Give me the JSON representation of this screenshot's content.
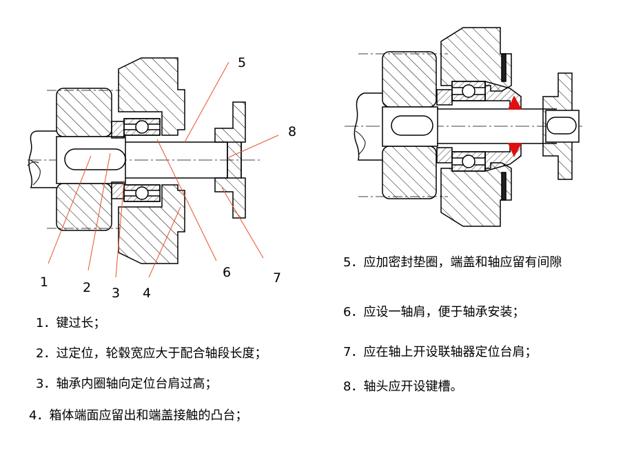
{
  "callouts": [
    "1",
    "2",
    "3",
    "4",
    "5",
    "6",
    "7",
    "8"
  ],
  "left_notes": [
    "1．键过长；",
    "2．过定位，轮毂宽应大于配合轴段长度；",
    "3．轴承内圈轴向定位台肩过高；",
    "4．箱体端面应留出和端盖接触的凸台；"
  ],
  "right_notes": [
    "5．应加密封垫圈，端盖和轴应留有间隙",
    "6．应设一轴肩，便于轴承安装；",
    "7．应在轴上开设联轴器定位台肩；",
    "8．轴头应开设键槽。"
  ],
  "colors": {
    "leader": "#e8502a",
    "seal": "#e01010",
    "line": "#000000"
  }
}
